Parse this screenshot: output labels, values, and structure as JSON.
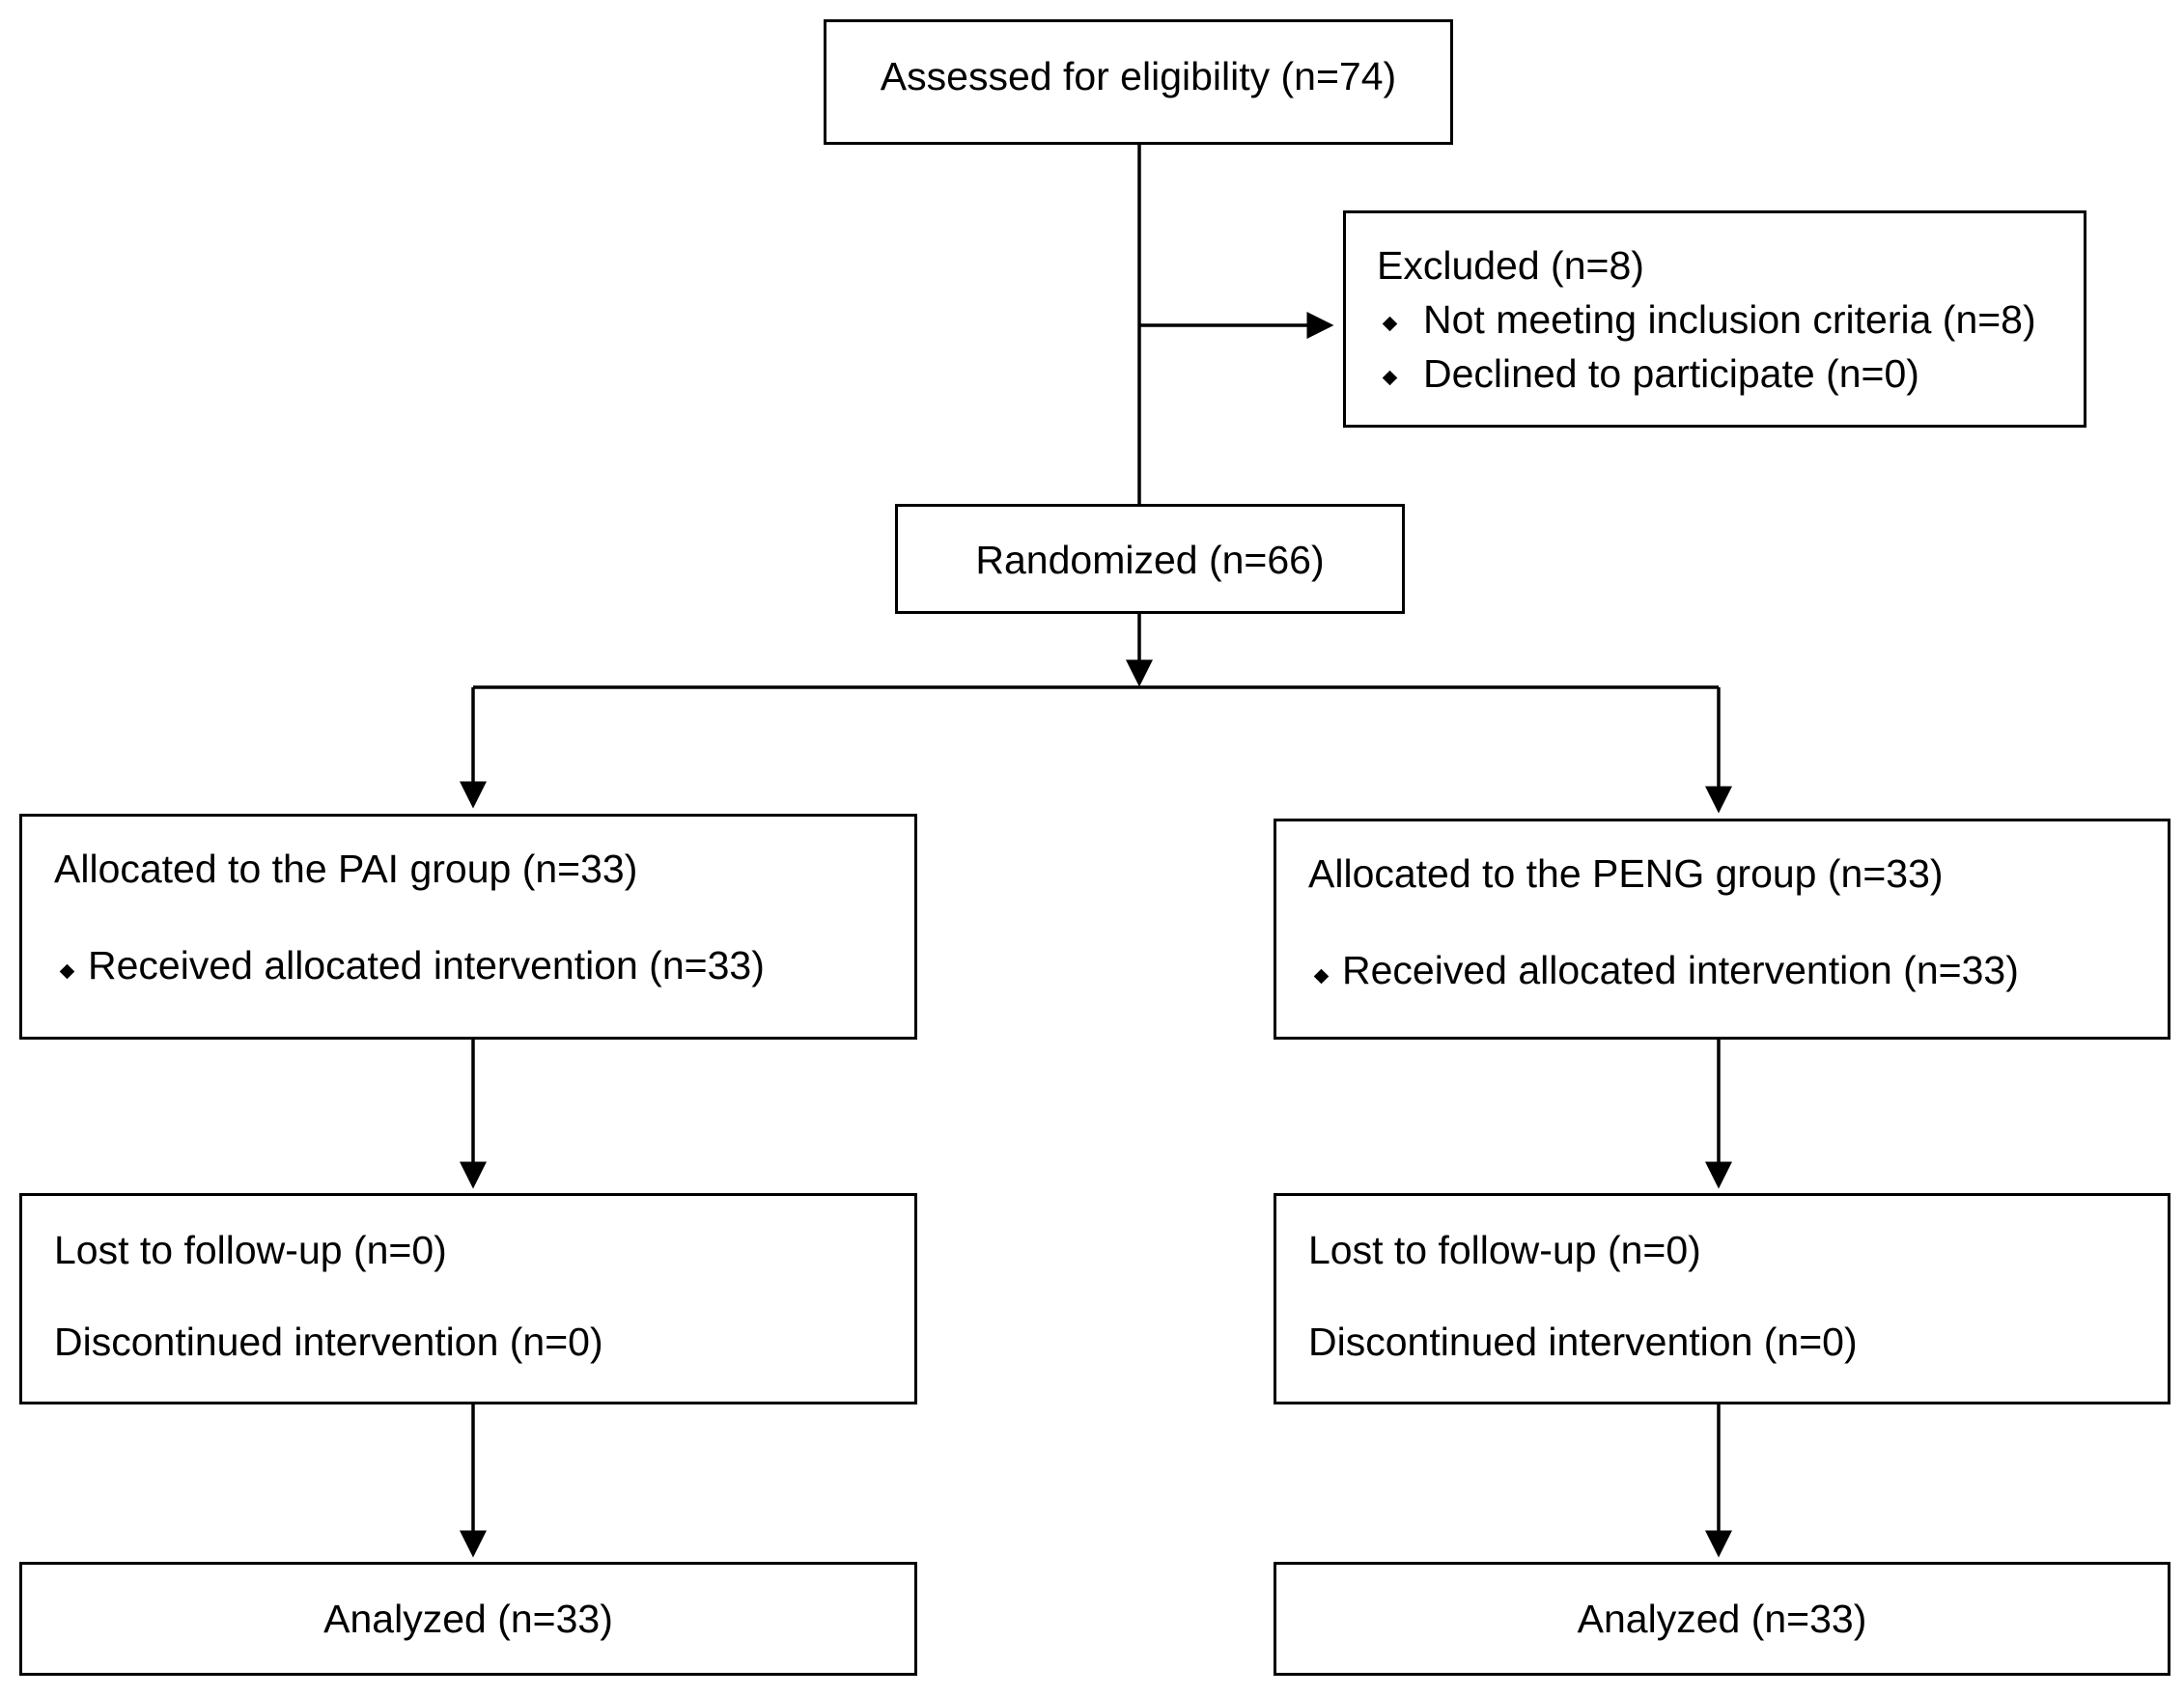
{
  "assessed": {
    "label": "Assessed for eligibility (n=74)"
  },
  "excluded": {
    "title": "Excluded (n=8)",
    "items": [
      "Not meeting inclusion criteria (n=8)",
      "Declined to participate (n=0)"
    ]
  },
  "randomized": {
    "label": "Randomized (n=66)"
  },
  "left_arm": {
    "allocated": "Allocated to the PAI group (n=33)",
    "received": "Received allocated intervention (n=33)",
    "lost": "Lost to follow-up (n=0)",
    "discontinued": "Discontinued intervention (n=0)",
    "analyzed": "Analyzed (n=33)"
  },
  "right_arm": {
    "allocated": "Allocated to the PENG group (n=33)",
    "received": "Received allocated intervention (n=33)",
    "lost": "Lost to follow-up (n=0)",
    "discontinued": "Discontinued intervention (n=0)",
    "analyzed": "Analyzed (n=33)"
  }
}
